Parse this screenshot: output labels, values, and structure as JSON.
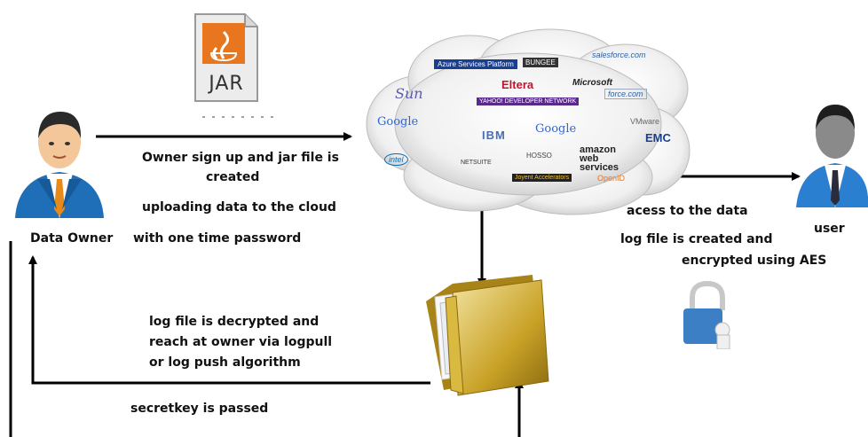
{
  "actors": {
    "owner_label": "Data Owner",
    "user_label": "user"
  },
  "jar_icon": {
    "label": "JAR"
  },
  "cloud_logos": [
    "Azure Services Platform",
    "BUNGEE",
    "salesforce.com",
    "Sun",
    "Eltera",
    "Microsoft",
    "YAHOO! DEVELOPER NETWORK",
    "force.com",
    "Google",
    "IBM",
    "Google",
    "VMware",
    "EMC",
    "intel",
    "NETSUITE",
    "HOSSO",
    "amazon web services",
    "OpenID",
    "Joyent Accelerators"
  ],
  "flow_labels": {
    "owner_step1": "Owner sign up and jar file is",
    "owner_step2": "created",
    "upload1": "uploading data to the cloud",
    "upload2": "with one  time password",
    "access": "acess to the data",
    "log_created": "log file is created and",
    "encrypted": "encrypted  using AES",
    "decrypt1": "log file is decrypted and",
    "decrypt2": "reach at owner via logpull",
    "decrypt3": "or log push algorithm",
    "secret": "secretkey is passed"
  },
  "colors": {
    "arrow": "#000000",
    "owner_suit": "#1f6fb8",
    "owner_tie": "#e88a1a",
    "user_suit": "#2a7fd0",
    "jar_orange": "#e8761e",
    "folder_gold": "#c9a227",
    "lock_blue": "#3d7fc4"
  }
}
